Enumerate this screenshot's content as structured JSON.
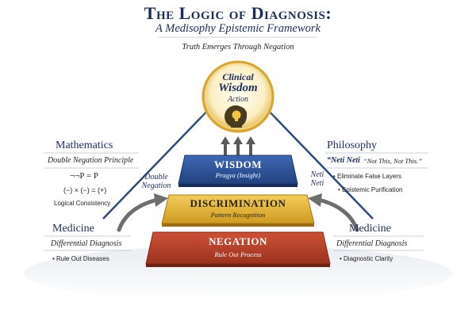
{
  "header": {
    "title": "The Logic of Diagnosis:",
    "subtitle": "A Medisophy Epistemic Framework",
    "tagline": "Truth Emerges Through Negation"
  },
  "apex": {
    "line1": "Clinical",
    "line2": "Wisdom",
    "line3": "Action",
    "icon": "head-lightbulb-icon"
  },
  "pyramid": {
    "tiers": [
      {
        "title": "WISDOM",
        "subtitle": "Pragya (Insight)",
        "color": "#2b4f96"
      },
      {
        "title": "DISCRIMINATION",
        "subtitle": "Pattern Recognition",
        "color": "#e0b233"
      },
      {
        "title": "NEGATION",
        "subtitle": "Rule Out Process",
        "color": "#b8402b"
      }
    ],
    "left_label": [
      "Double",
      "Negation"
    ],
    "right_label": [
      "Neti",
      "Neti"
    ]
  },
  "left_panel": {
    "mathematics": {
      "heading": "Mathematics",
      "subheading": "Double Negation Principle",
      "formula1": "¬¬P = P",
      "formula2": "(−) × (−) = (+)",
      "note": "Logical Consistency"
    },
    "medicine": {
      "heading": "Medicine",
      "subheading": "Differential Diagnosis",
      "bullet": "• Rule Out Diseases"
    }
  },
  "right_panel": {
    "philosophy": {
      "heading": "Philosophy",
      "quote_main": "“Neti Neti",
      "quote_rest": "“Not This, Not This.”",
      "bullets": [
        "• Eliminate False Layers",
        "• Epistemic Purification"
      ]
    },
    "medicine": {
      "heading": "Medicine",
      "subheading": "Differential Diagnosis",
      "bullet": "• Diagnostic Clarity"
    }
  },
  "colors": {
    "navy": "#1b2d57",
    "gold": "#e0b233",
    "red": "#b8402b",
    "blue": "#2b4f96"
  }
}
